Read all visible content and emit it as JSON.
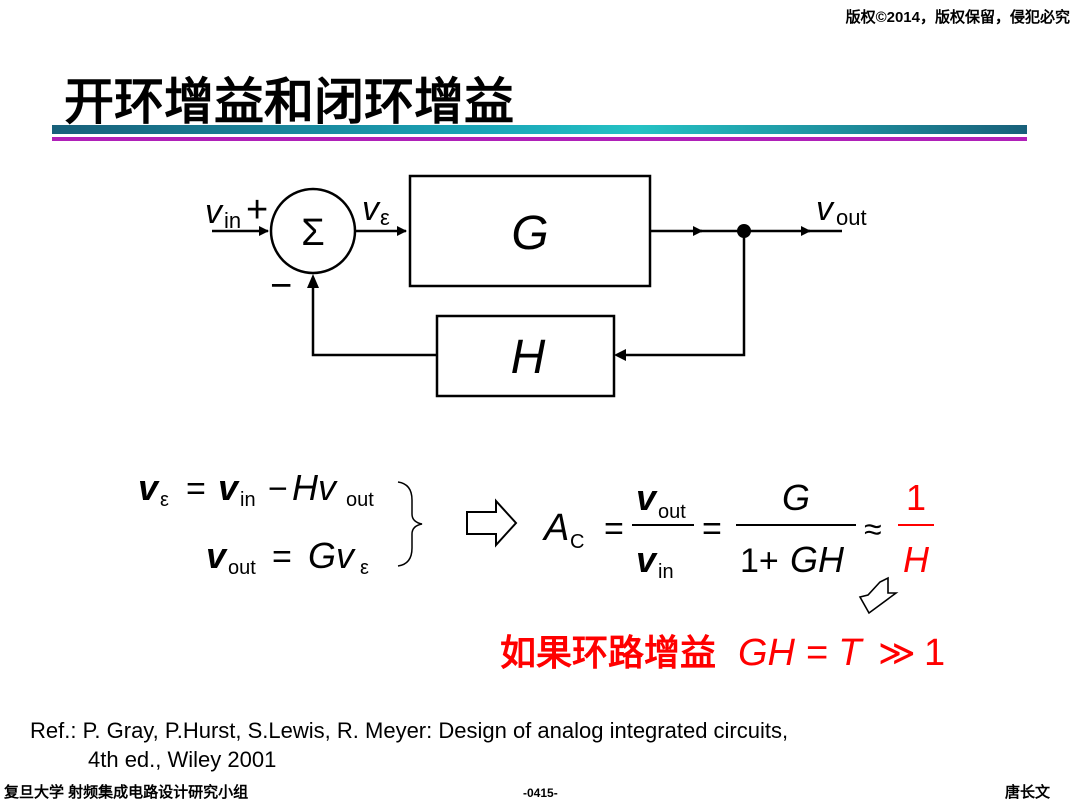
{
  "header": {
    "copyright": "版权©2014，版权保留，侵犯必究",
    "title": "开环增益和闭环增益"
  },
  "diagram": {
    "block_g": "G",
    "block_h": "H",
    "sum_symbol": "Σ",
    "input_v": "v",
    "input_sub": "in",
    "plus": "+",
    "minus": "−",
    "error_v": "v",
    "error_sub": "ε",
    "output_v": "v",
    "output_sub": "out"
  },
  "equations": {
    "eq1_v": "v",
    "eq1_sub": "ε",
    "eq1_eq": "=",
    "eq1_vin": "v",
    "eq1_in": "in",
    "eq1_minus": "−",
    "eq1_hv": "Hv",
    "eq1_out": "out",
    "eq2_v": "v",
    "eq2_out": "out",
    "eq2_eq": "=",
    "eq2_gv": "Gv",
    "eq2_sub": "ε",
    "ac": "A",
    "ac_sub": "C",
    "eq": "=",
    "frac1_num": "v",
    "frac1_num_sub": "out",
    "frac1_den": "v",
    "frac1_den_sub": "in",
    "frac2_num": "G",
    "frac2_den_pre": "1+",
    "frac2_den": "GH",
    "approx": "≈",
    "frac3_num": "1",
    "frac3_den": "H",
    "condition_text": "如果环路增益",
    "condition_math": "GH = T",
    "condition_gg": "≫",
    "condition_one": "1"
  },
  "reference": {
    "line1": "Ref.: P. Gray, P.Hurst, S.Lewis, R. Meyer: Design of analog integrated circuits,",
    "line2": "4th ed., Wiley 2001"
  },
  "footer": {
    "left": "复旦大学   射频集成电路设计研究小组",
    "center": "-0415-",
    "right": "唐长文"
  },
  "colors": {
    "accent_red": "#ff0000",
    "bar_teal": "#1aa6b8",
    "bar_purple": "#b020b8"
  }
}
